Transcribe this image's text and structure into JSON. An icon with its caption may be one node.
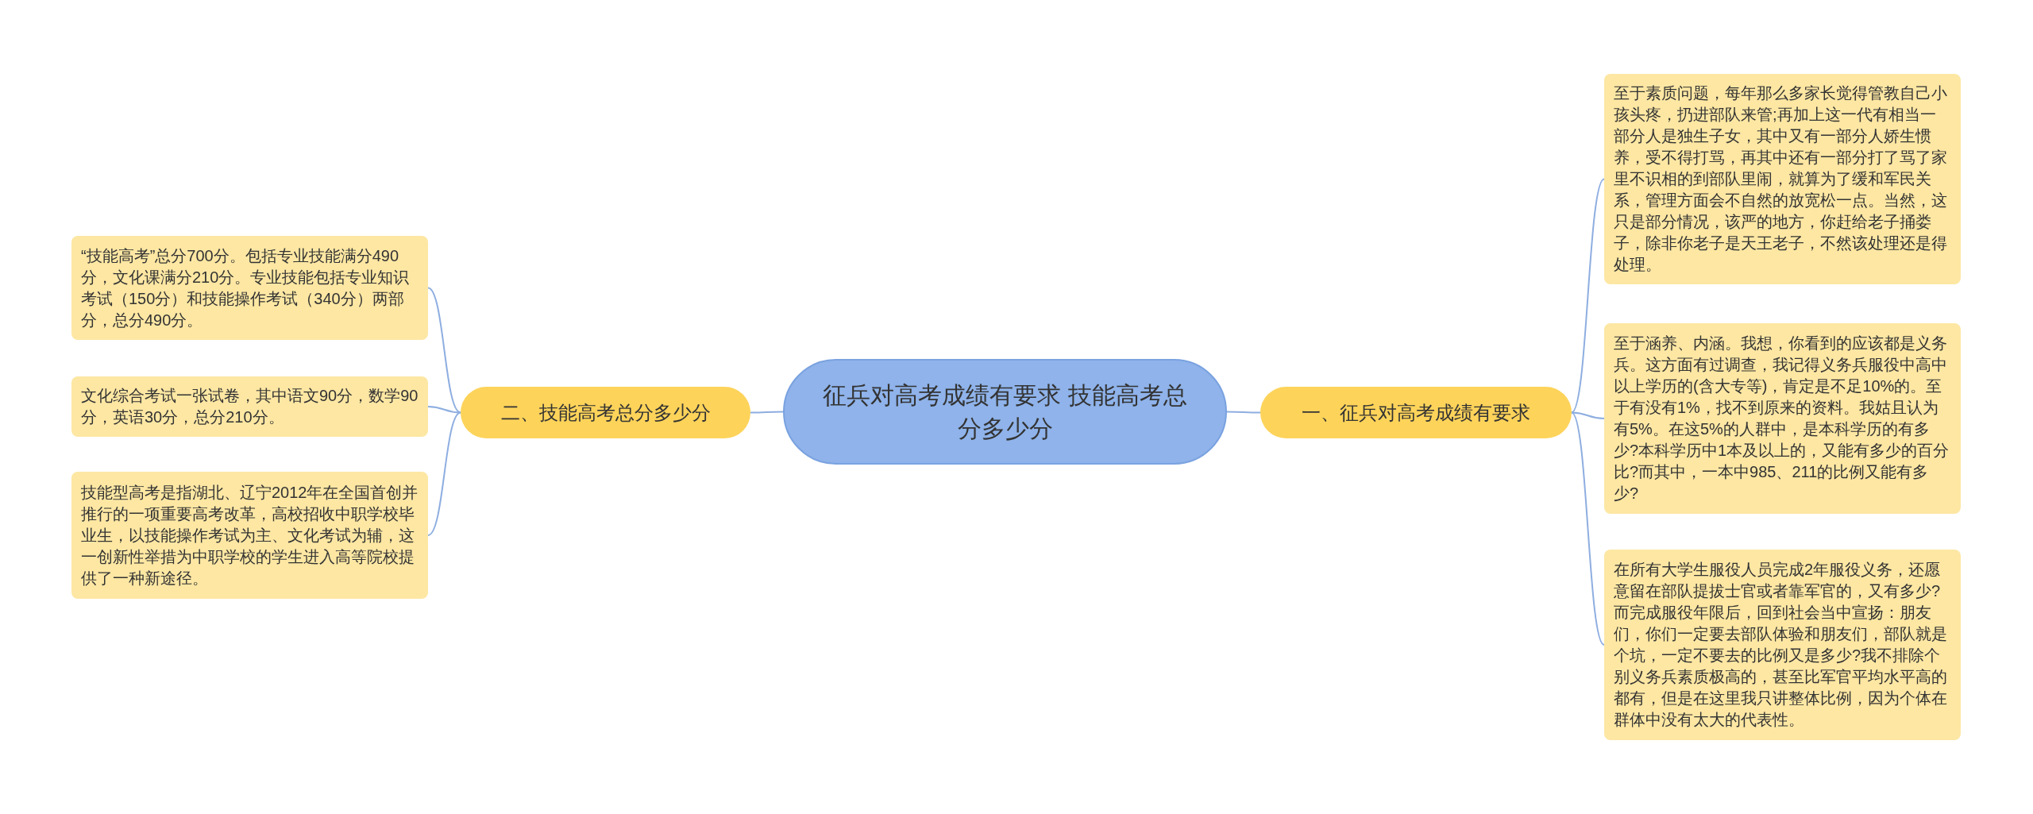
{
  "diagram": {
    "nodes": [
      {
        "text": [
          "征兵对高考成绩有要求  技能高考总分多少分"
        ]
      },
      {
        "text": [
          "一、征兵对高考成绩有要求"
        ]
      },
      {
        "text": [
          "至于素质问题，每年那么多家长觉得管教自己小孩头疼，扔进部队来管;再加上这一代有相当一部分人是独生子女，其中又有一部分人娇生惯养，受不得打骂，再其中还有一部分打了骂了家里不识相的到部队里闹，就算为了缓和军民关系，管理方面会不自然的放宽松一点。当然，这只是部分情况，该严的地方，你赶给老子捅娄子，除非你老子是天王老子，不然该处理还是得处理。"
        ]
      },
      {
        "text": [
          "至于涵养、内涵。我想，你看到的应该都是义务兵。这方面有过调查，我记得义务兵服役中高中以上学历的(含大专等)，肯定是不足10%的。至于有没有1%，找不到原来的资料。我姑且认为有5%。在这5%的人群中，是本科学历的有多少?本科学历中1本及以上的，又能有多少的百分比?而其中，一本中985、211的比例又能有多少?"
        ]
      },
      {
        "text": [
          "在所有大学生服役人员完成2年服役义务，还愿意留在部队提拔士官或者靠军官的，又有多少?而完成服役年限后，回到社会当中宣扬：朋友们，你们一定要去部队体验和朋友们，部队就是个坑，一定不要去的比例又是多少?我不排除个别义务兵素质极高的，甚至比军官平均水平高的都有，但是在这里我只讲整体比例，因为个体在群体中没有太大的代表性。"
        ]
      },
      {
        "text": [
          "二、技能高考总分多少分"
        ]
      },
      {
        "text": [
          "“技能高考”总分700分。包括专业技能满分490分，文化课满分210分。专业技能包括专业知识考试（150分）和技能操作考试（340分）两部分，总分490分。"
        ]
      },
      {
        "text": [
          "文化综合考试一张试卷，其中语文90分，数学90分，英语30分，总分210分。"
        ]
      },
      {
        "text": [
          "技能型高考是指湖北、辽宁2012年在全国首创并推行的一项重要高考改革，高校招收中职学校毕业生，以技能操作考试为主、文化考试为辅，这一创新性举措为中职学校的学生进入高等院校提供了一种新途径。"
        ]
      }
    ],
    "edges": [
      {
        "from": 0,
        "to": 1,
        "arrow": "none"
      },
      {
        "from": 1,
        "to": 2,
        "arrow": "none"
      },
      {
        "from": 1,
        "to": 3,
        "arrow": "none"
      },
      {
        "from": 1,
        "to": 4,
        "arrow": "none"
      },
      {
        "from": 0,
        "to": 5,
        "arrow": "none"
      },
      {
        "from": 5,
        "to": 6,
        "arrow": "none"
      },
      {
        "from": 5,
        "to": 7,
        "arrow": "none"
      },
      {
        "from": 5,
        "to": 8,
        "arrow": "none"
      }
    ]
  }
}
